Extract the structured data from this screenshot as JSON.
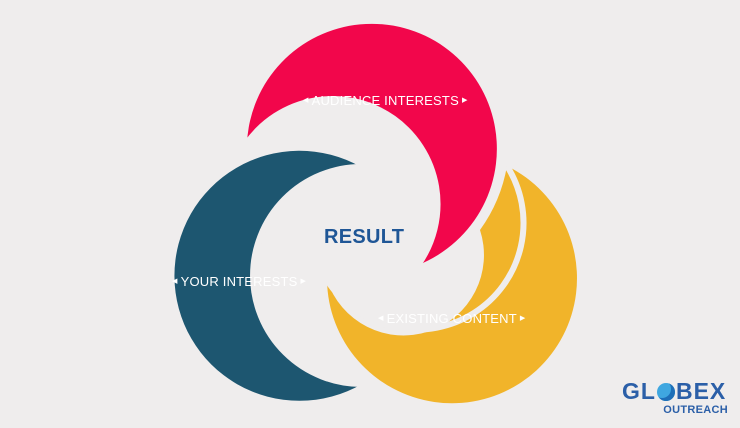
{
  "diagram": {
    "center_label": "RESULT",
    "circles": [
      {
        "label": "AUDIENCE INTERESTS",
        "color": "#f2064b"
      },
      {
        "label": "YOUR INTERESTS",
        "color": "#1d5670"
      },
      {
        "label": "EXISTING CONTENT",
        "color": "#f1b42a"
      }
    ]
  },
  "logo": {
    "part1": "GL",
    "part2": "BEX",
    "sub": "OUTREACH",
    "globe_icon": "globe-icon"
  },
  "colors": {
    "background": "#efeded",
    "result_text": "#1f5696",
    "logo_text": "#2b5fa8"
  }
}
